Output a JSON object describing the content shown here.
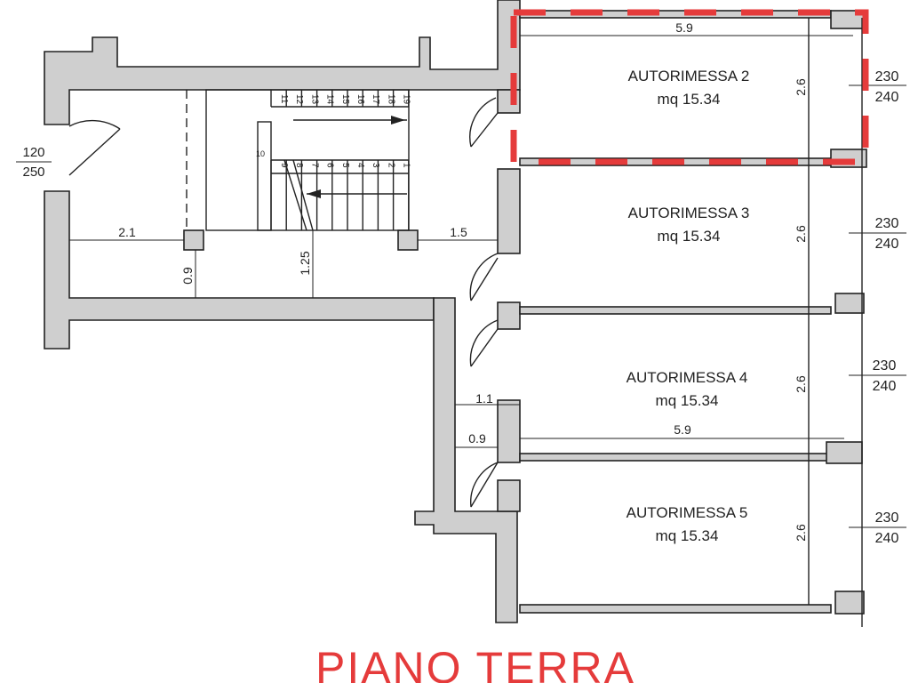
{
  "garages": [
    {
      "name": "AUTORIMESSA 2",
      "area": "mq  15.34",
      "height_dim": "2.6",
      "opening_top": "230",
      "opening_bottom": "240"
    },
    {
      "name": "AUTORIMESSA 3",
      "area": "mq  15.34",
      "height_dim": "2.6",
      "opening_top": "230",
      "opening_bottom": "240"
    },
    {
      "name": "AUTORIMESSA 4",
      "area": "mq  15.34",
      "height_dim": "2.6",
      "opening_top": "230",
      "opening_bottom": "240"
    },
    {
      "name": "AUTORIMESSA 5",
      "area": "mq  15.34",
      "height_dim": "2.6",
      "opening_top": "230",
      "opening_bottom": "240"
    }
  ],
  "dimensions": {
    "garage_width_top": "5.9",
    "garage_width_mid": "5.9",
    "corridor_left": "2.1",
    "corridor_right": "1.5",
    "corridor_depth_left": "0.9",
    "corridor_depth_mid": "1.25",
    "passage_width": "1.1",
    "passage_gap": "0.9"
  },
  "left_opening": {
    "top": "120",
    "bottom": "250"
  },
  "stairs": {
    "top_row": [
      "11",
      "12",
      "13",
      "14",
      "15",
      "16",
      "17",
      "18",
      "19"
    ],
    "bottom_row": [
      "9",
      "8",
      "7",
      "6",
      "5",
      "4",
      "3",
      "2",
      "1"
    ],
    "landing": "10"
  },
  "title": "PIANO  TERRA",
  "colors": {
    "highlight": "#e53b3b",
    "wall_fill": "#cfcfcf",
    "line": "#222222"
  }
}
